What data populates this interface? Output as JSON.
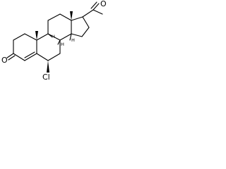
{
  "diagram": {
    "type": "skeletal-structure",
    "atom_labels": {
      "ketone_oxygen_ring": "O",
      "ketone_oxygen_acetyl": "O",
      "chlorine": "Cl"
    },
    "stereo_labels": {
      "h8": "H",
      "h9": "H",
      "h14": "H"
    }
  }
}
